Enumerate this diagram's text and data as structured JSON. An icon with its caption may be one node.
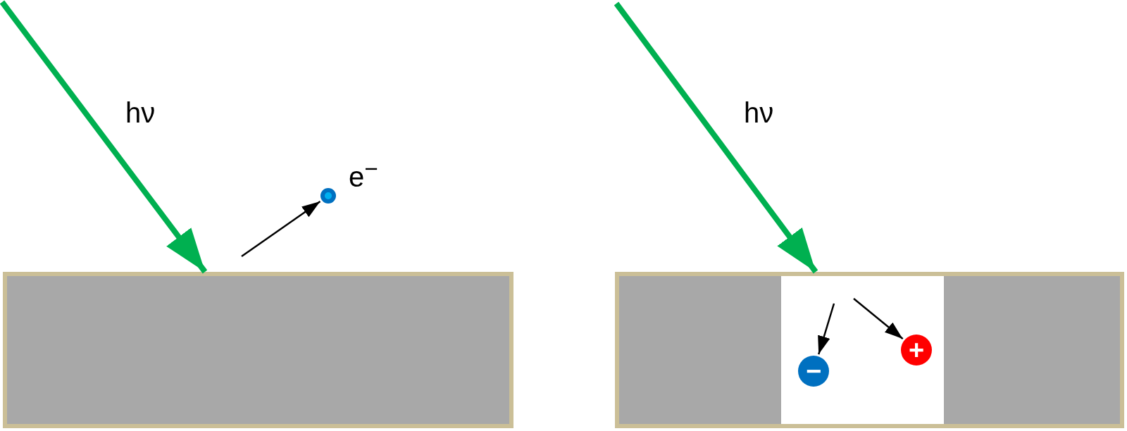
{
  "diagram": {
    "nodes": [
      {
        "text": [],
        "shape": "box"
      },
      {
        "text": [],
        "shape": "circle",
        "beside": [
          "e$^{−}$"
        ]
      },
      {
        "text": [],
        "shape": "box"
      },
      {
        "text": [],
        "shape": "box",
        "in": 2
      },
      {
        "text": [
          "−"
        ],
        "in": 3
      },
      {
        "text": [
          "+"
        ],
        "in": 3
      }
    ],
    "edges": [
      {
        "from": null,
        "to": 0,
        "arrow": "to",
        "label": "hν",
        "style": "thick",
        "color": "#00b050"
      },
      {
        "from": null,
        "to": 1,
        "arrow": "to"
      },
      {
        "from": null,
        "to": 2,
        "arrow": "to",
        "label": "hν",
        "style": "thick",
        "color": "#00b050"
      },
      {
        "from": null,
        "to": 4,
        "arrow": "to"
      },
      {
        "from": null,
        "to": 5,
        "arrow": "to"
      }
    ]
  }
}
